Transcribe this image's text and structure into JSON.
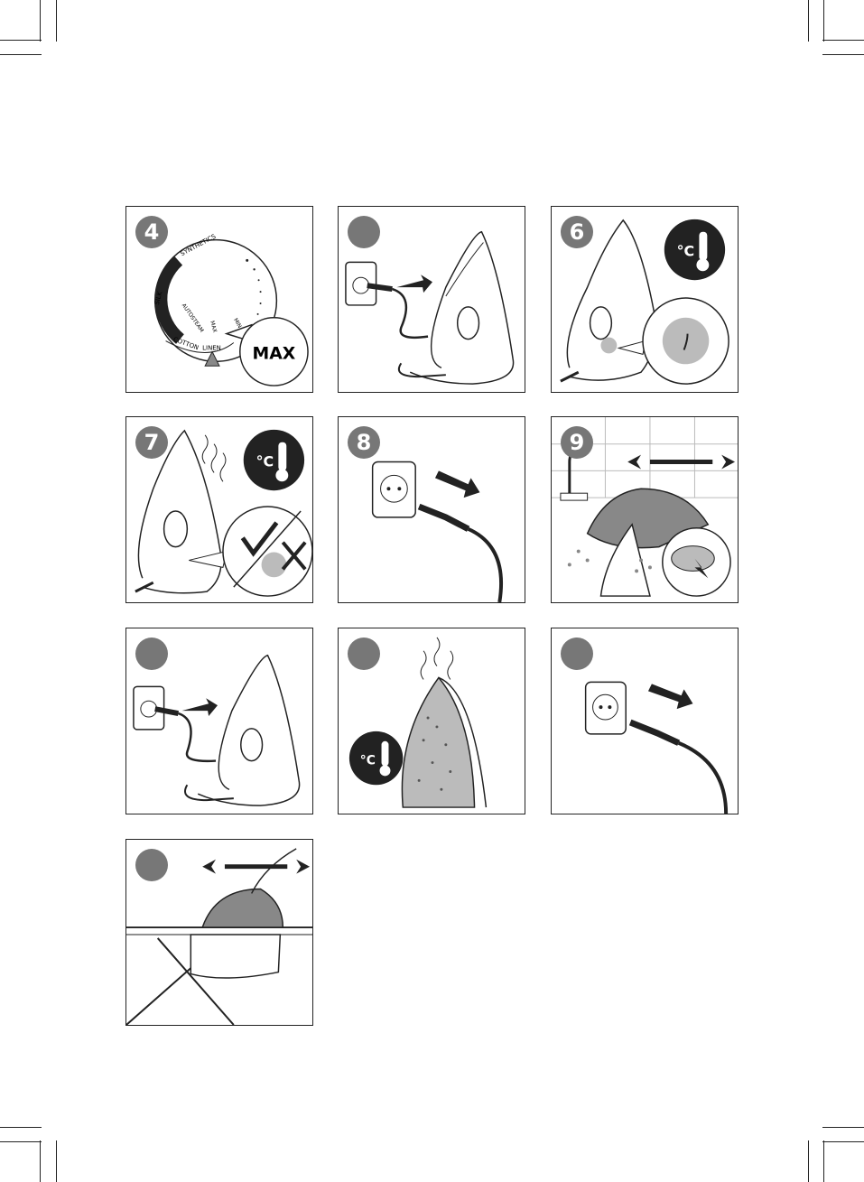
{
  "steps": {
    "s4": "4",
    "s5": "",
    "s6": "6",
    "s7": "7",
    "s8": "8",
    "s9": "9",
    "s10": "",
    "s11": "",
    "s12": "",
    "s13": ""
  },
  "dial": {
    "max": "MAX",
    "synthetics": "SYNTHETICS",
    "silk": "SILK",
    "cotton": "COTTON",
    "linen": "LINEN",
    "autosteam": "AUTOSTEAM",
    "min": "MIN",
    "max_small": "MAX"
  },
  "thermo": {
    "unit": "°C"
  },
  "colors": {
    "badge": "#777777",
    "line": "#222222",
    "grey": "#bbbbbb"
  }
}
